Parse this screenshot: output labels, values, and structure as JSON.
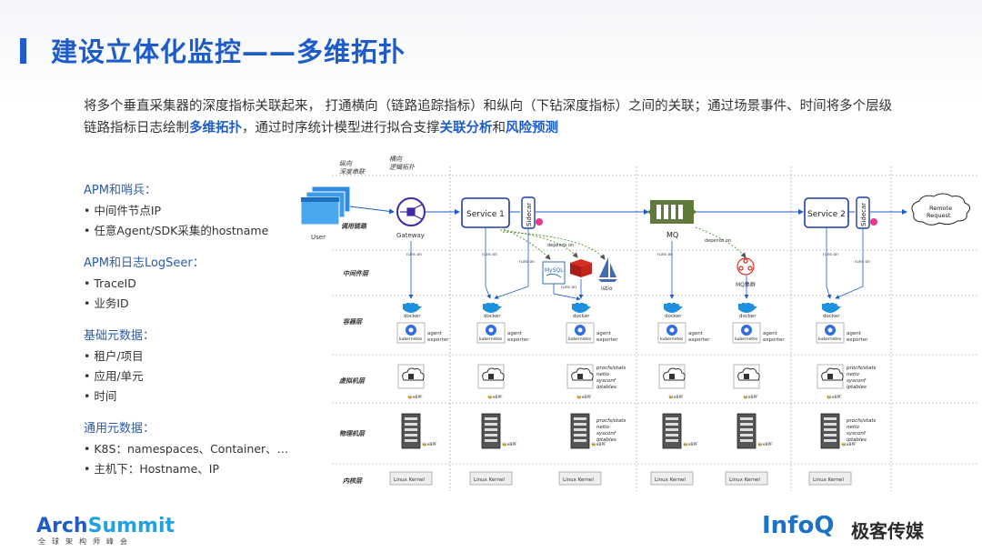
{
  "title": "建设立体化监控——多维拓扑",
  "description": {
    "p1": "将多个垂直采集器的深度指标关联起来， 打通横向（链路追踪指标）和纵向（下钻深度指标）之间的关联；通过场景事件、时间将多个层级链路指标日志绘制",
    "hl1": "多维拓扑",
    "p2": "，通过时序统计模型进行拟合支撑",
    "hl2": "关联分析",
    "p3": "和",
    "hl3": "风险预测"
  },
  "left": {
    "groups": [
      {
        "title": "APM和哨兵：",
        "items": [
          "中间件节点IP",
          "任意Agent/SDK采集的hostname"
        ]
      },
      {
        "title": "APM和日志LogSeer：",
        "items": [
          "TraceID",
          "业务ID"
        ]
      },
      {
        "title": "基础元数据：",
        "items": [
          "租户/项目",
          "应用/单元",
          "时间"
        ]
      },
      {
        "title": "通用元数据：",
        "items": [
          "K8S：namespaces、Container、…",
          "主机下：Hostname、IP"
        ]
      }
    ]
  },
  "diagram": {
    "axis_v": "纵向",
    "axis_v2": "深度串联",
    "axis_h": "横向",
    "axis_h2": "逻辑拓扑",
    "layers": [
      "调用链路",
      "中间件层",
      "容器层",
      "虚拟机层",
      "物理机层",
      "内核层"
    ],
    "user": "User",
    "gateway": "Gateway",
    "service1": "Service 1",
    "service2": "Service 2",
    "sidecar": "Sidecar",
    "mq": "MQ",
    "remote": "Remote Request",
    "mysql": "MySQL",
    "istio": "istio",
    "mq_cluster": "MQ集群",
    "depends_on": "depends on",
    "runs_on": "runs on",
    "docker": "docker",
    "kubernetes": "kubernetes",
    "agent_exporter": "agent exporter",
    "ebpf": "eBPF",
    "procfs": "procfs/stats",
    "netio": "netio",
    "sysconf": "sysconf",
    "iptables": "iptables",
    "kernel": "Linux Kernel"
  },
  "footer": {
    "arch_a": "Arch",
    "arch_b": "Summit",
    "arch_sub": "全球架构师峰会",
    "infoq": "InfoQ",
    "infoq_cn": "极客传媒"
  },
  "colors": {
    "accent": "#1d5cc9",
    "dashed": "#8a8a8a",
    "mq_green": "#5f7a3a",
    "redis": "#d82c20",
    "arrow": "#1d5cc9"
  }
}
